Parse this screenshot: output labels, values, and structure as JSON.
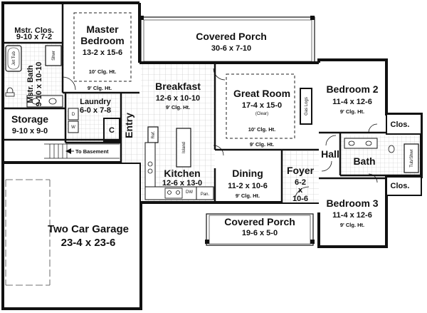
{
  "rooms": {
    "master_closet": {
      "name": "Mstr. Clos.",
      "dims": "9-10 x 7-2"
    },
    "master_bath": {
      "name": "Mstr. Bath",
      "dims": "9-10 x 10-10"
    },
    "master_bedroom": {
      "name_line1": "Master",
      "name_line2": "Bedroom",
      "dims": "13-2 x 15-6",
      "ceiling": "10' Clg. Ht."
    },
    "covered_porch_rear": {
      "name": "Covered Porch",
      "dims": "30-6 x 7-10"
    },
    "breakfast": {
      "name": "Breakfast",
      "dims": "12-6 x 10-10",
      "ceiling": "9' Clg. Ht."
    },
    "great_room": {
      "name": "Great Room",
      "dims": "17-4 x 15-0",
      "note": "(Clear)",
      "ceiling": "10' Clg. Ht.",
      "ceiling2": "9' Clg. Ht."
    },
    "bedroom2": {
      "name": "Bedroom 2",
      "dims": "11-4 x 12-6",
      "ceiling": "9' Clg. Ht."
    },
    "laundry": {
      "name": "Laundry",
      "dims": "6-0 x 7-8"
    },
    "master_ceiling": "9' Clg. Ht.",
    "storage": {
      "name": "Storage",
      "dims": "9-10 x 9-0"
    },
    "entry": {
      "name": "Entry"
    },
    "kitchen": {
      "name": "Kitchen",
      "dims": "12-6 x 13-0"
    },
    "dining": {
      "name": "Dining",
      "dims": "11-2 x 10-6",
      "ceiling": "9' Clg. Ht."
    },
    "foyer": {
      "name": "Foyer",
      "dims_line1": "6-2",
      "dims_line2": "x",
      "dims_line3": "10-6"
    },
    "hall": {
      "name": "Hall"
    },
    "bath": {
      "name": "Bath"
    },
    "bedroom3": {
      "name": "Bedroom 3",
      "dims": "11-4 x 12-6",
      "ceiling": "9' Clg. Ht."
    },
    "covered_porch_front": {
      "name": "Covered Porch",
      "dims": "19-6 x 5-0"
    },
    "garage": {
      "name": "Two Car Garage",
      "dims": "23-4 x 23-6"
    }
  },
  "fixtures": {
    "jet_tub": "Jet Tub",
    "shower": "Shwr",
    "tub_shower": "Tub/Shwr",
    "gas_logs": "Gas Logs",
    "island": "Island",
    "refrigerator": "Ref.",
    "dishwasher": "DW",
    "pantry": "Pan.",
    "to_basement": "To Basement",
    "closet_c": "C",
    "closet_b2": "Clos.",
    "closet_b3": "Clos.",
    "laundry_d": "D",
    "laundry_w": "W"
  }
}
